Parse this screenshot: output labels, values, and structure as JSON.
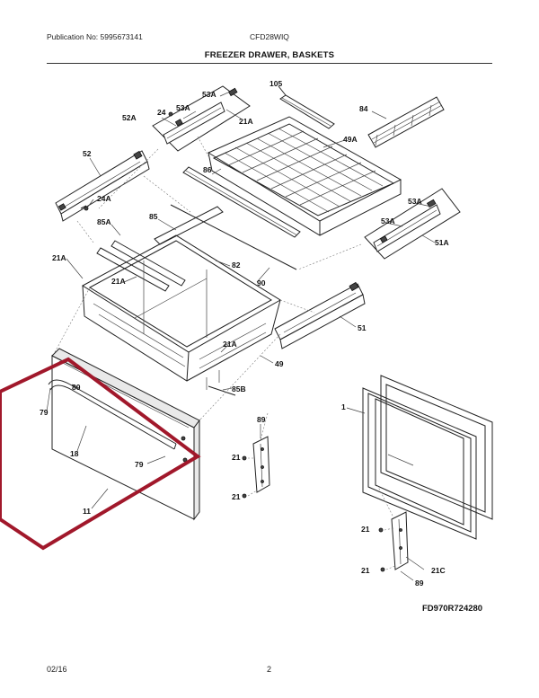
{
  "header": {
    "publication": "Publication No: 5995673141",
    "model": "CFD28WIQ"
  },
  "title": "FREEZER DRAWER, BASKETS",
  "diagram_code": "FD970R724280",
  "footer": {
    "date": "02/16",
    "page": "2"
  },
  "highlight_color": "#a1182b",
  "callouts": {
    "c105": "105",
    "c84": "84",
    "c53a_1": "53A",
    "c53a_2": "53A",
    "c24": "24",
    "c52a": "52A",
    "c21a_1": "21A",
    "c49a": "49A",
    "c52": "52",
    "c86": "86",
    "c24a": "24A",
    "c85": "85",
    "c85a": "85A",
    "c53a_3": "53A",
    "c53a_4": "53A",
    "c51a": "51A",
    "c21a_2": "21A",
    "c82": "82",
    "c21a_3": "21A",
    "c90": "90",
    "c51": "51",
    "c21a_4": "21A",
    "c49": "49",
    "c85b": "85B",
    "c80": "80",
    "c79_1": "79",
    "c18": "18",
    "c79_2": "79",
    "c11": "11",
    "c89_1": "89",
    "c21_1": "21",
    "c21_2": "21",
    "c1": "1",
    "c21_3": "21",
    "c21_4": "21",
    "c21c": "21C",
    "c89_2": "89"
  }
}
